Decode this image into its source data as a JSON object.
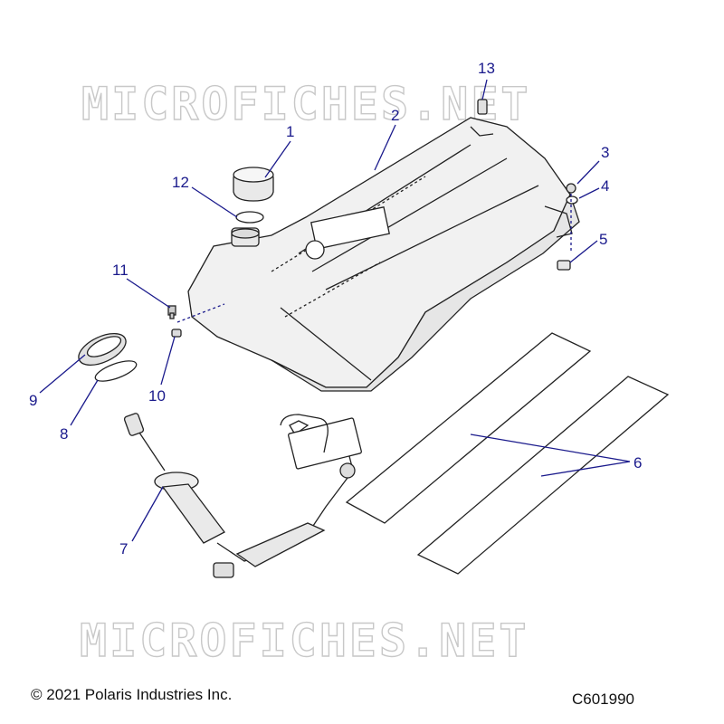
{
  "watermark": "MICROFICHES.NET",
  "footer": {
    "copyright": "© 2021 Polaris Industries Inc.",
    "figure_code": "C601990"
  },
  "callouts": [
    "1",
    "2",
    "3",
    "4",
    "5",
    "6",
    "7",
    "8",
    "9",
    "10",
    "11",
    "12",
    "13"
  ],
  "colors": {
    "callout": "#1a1a8c",
    "line": "#222222",
    "part_fill": "#f3f3f3",
    "watermark": "#c8c8c8"
  }
}
